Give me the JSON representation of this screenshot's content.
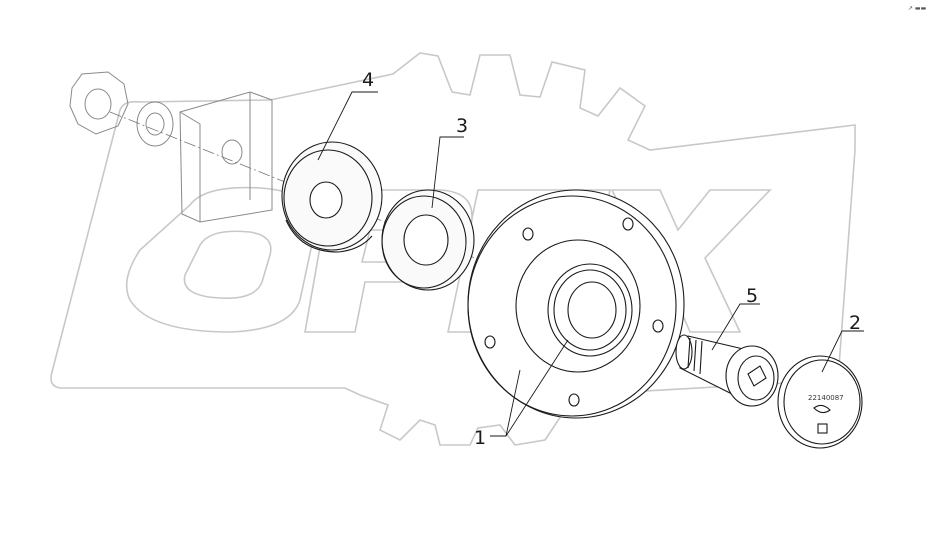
{
  "corner_mark": "↗ ▬▬",
  "watermark": {
    "text": "OPEX",
    "kind": "logo"
  },
  "callouts": [
    {
      "id": "1",
      "label": "1"
    },
    {
      "id": "2",
      "label": "2"
    },
    {
      "id": "3",
      "label": "3"
    },
    {
      "id": "4",
      "label": "4"
    },
    {
      "id": "5",
      "label": "5"
    }
  ],
  "parts": {
    "cap_stamp": "22140087"
  },
  "colors": {
    "line": "#1a1a1a",
    "part_line": "#555555",
    "watermark": "#c8c8c8",
    "shading": "#e6e6e6"
  }
}
